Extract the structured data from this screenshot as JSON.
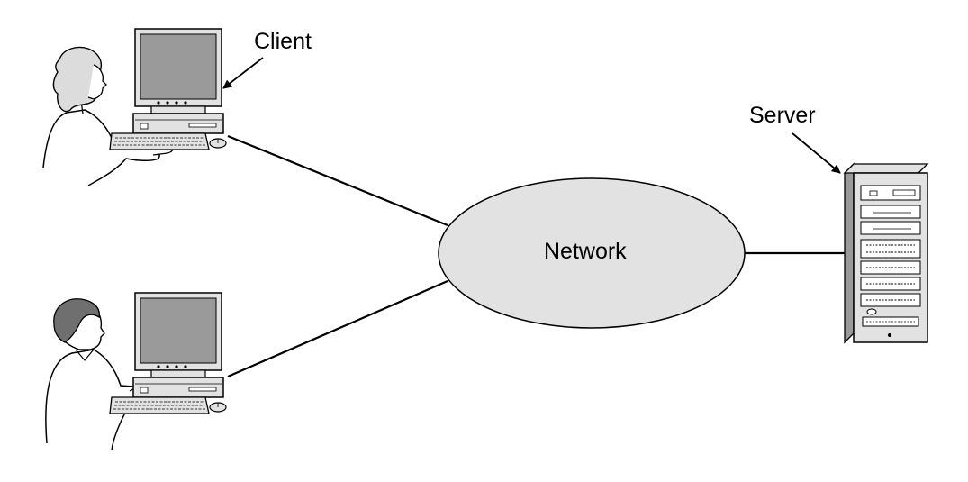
{
  "labels": {
    "client": "Client",
    "server": "Server",
    "network": "Network"
  },
  "colors": {
    "line": "#000000",
    "fill_light": "#e2e2e2",
    "screen": "#9a9a9a",
    "hair_dark": "#6f6f6f",
    "hair_light": "#dcdcdc"
  },
  "icons": {
    "client_1": "person-at-computer-icon",
    "client_2": "person-at-computer-icon",
    "server": "server-tower-icon",
    "network": "network-cloud-icon"
  }
}
